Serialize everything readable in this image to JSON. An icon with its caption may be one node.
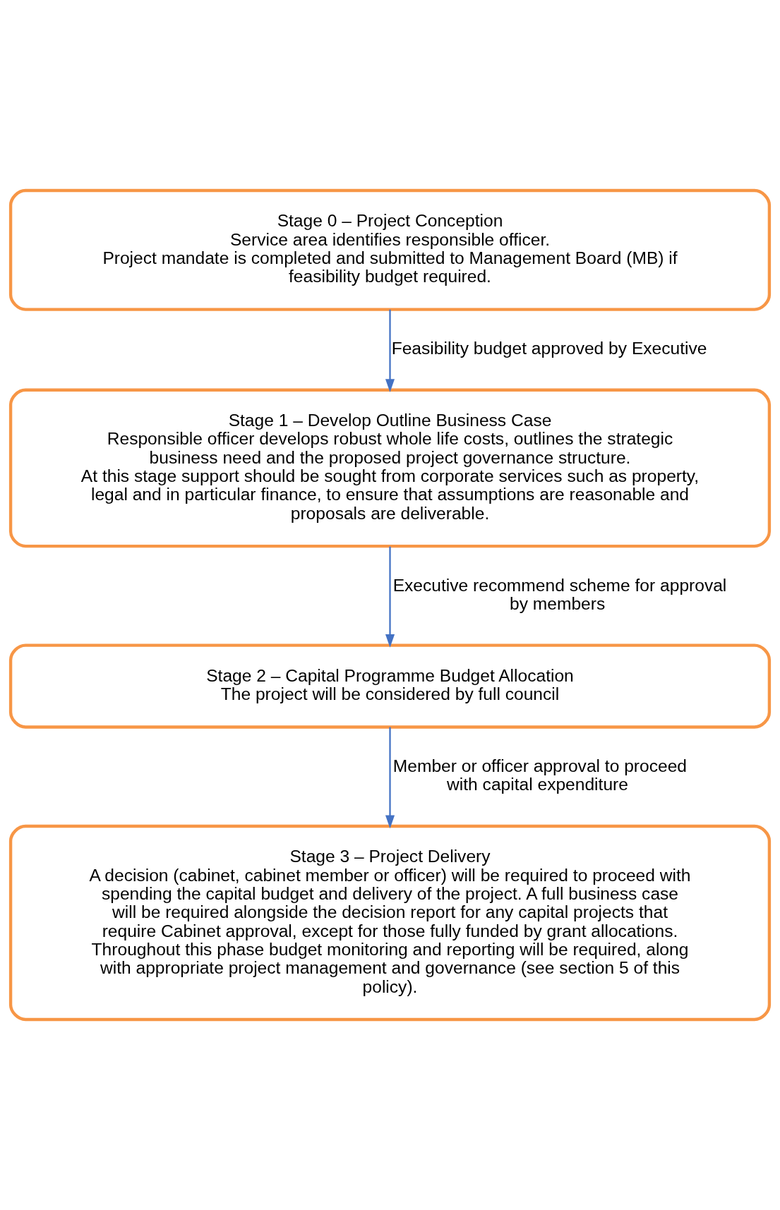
{
  "diagram": {
    "nodes": [
      {
        "text": [
          "Stage 0 – Project Conception",
          "Service area identifies responsible officer.",
          "Project mandate is completed and submitted to Management Board (MB) if feasibility budget required."
        ]
      },
      {
        "text": [
          "Stage 1 – Develop Outline Business Case",
          "Responsible officer develops robust whole life costs, outlines the strategic business need and the proposed project governance structure.",
          "At this stage support should be sought from corporate services such as property, legal and in particular finance, to ensure that assumptions are reasonable and proposals are deliverable."
        ]
      },
      {
        "text": [
          "Stage 2 – Capital Programme Budget Allocation",
          "The project will be considered by full council"
        ]
      },
      {
        "text": [
          "Stage 3 – Project Delivery",
          "A decision (cabinet, cabinet member or officer) will be required to proceed with spending the capital budget and delivery of the project. A full business case will be required alongside the decision report for any capital projects that require Cabinet approval, except for those fully funded by grant allocations.",
          "Throughout this phase budget monitoring and reporting will be required, along with appropriate project management and governance (see section 5 of this policy)."
        ]
      }
    ],
    "edges": [
      {
        "from": 0,
        "to": 1,
        "arrow": "to",
        "label": "Feasibility budget approved by Executive"
      },
      {
        "from": 1,
        "to": 2,
        "arrow": "to",
        "label": "Executive recommend scheme for approval by members"
      },
      {
        "from": 2,
        "to": 3,
        "arrow": "to",
        "label": "Member or officer approval to proceed with capital expenditure"
      }
    ]
  }
}
